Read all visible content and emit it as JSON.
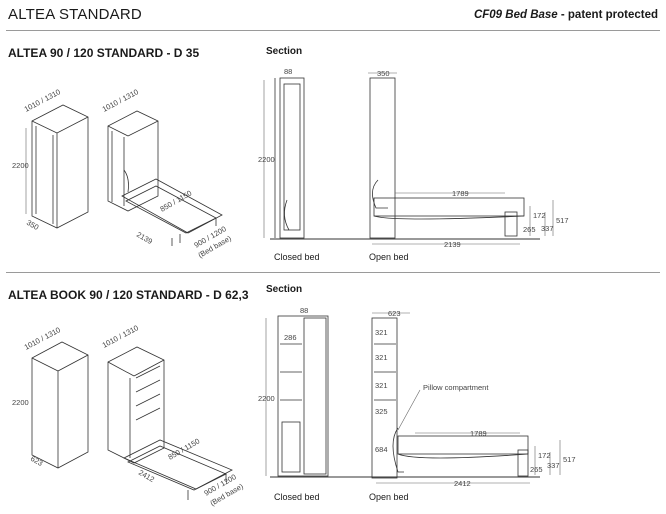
{
  "header": {
    "title": "ALTEA STANDARD",
    "right_code": "CF09 Bed Base",
    "right_suffix": " - patent protected"
  },
  "sections": [
    {
      "title": "ALTEA 90 / 120 STANDARD - D 35",
      "section_label": "Section",
      "iso_cabinet_dims": {
        "top": "1010 / 1310",
        "height": "2200",
        "depth": "350"
      },
      "iso_open_dims": {
        "top": "1010 / 1310",
        "bed": "850 / 1150",
        "length": "2139",
        "base": "900 / 1200",
        "base_note": "(Bed base)"
      },
      "closed_dims": {
        "depth": "88",
        "height": "2200"
      },
      "open_dims": {
        "depth": "350",
        "mattress": "1789",
        "d172": "172",
        "d517": "517",
        "d265": "265",
        "d337": "337",
        "total": "2139"
      },
      "captions": {
        "closed": "Closed bed",
        "open": "Open bed"
      }
    },
    {
      "title": "ALTEA BOOK 90 / 120 STANDARD - D 62,3",
      "section_label": "Section",
      "iso_cabinet_dims": {
        "top": "1010 / 1310",
        "height": "2200",
        "depth": "623"
      },
      "iso_open_dims": {
        "top": "1010 / 1310",
        "bed": "850 / 1150",
        "length": "2412",
        "base": "900 / 1200",
        "base_note": "(Bed base)"
      },
      "closed_dims": {
        "depth": "88",
        "shelf": "286",
        "height": "2200"
      },
      "open_dims": {
        "depth": "623",
        "s1": "321",
        "s2": "321",
        "s3": "321",
        "s4": "325",
        "s5": "684",
        "pillow": "Pillow compartment",
        "mattress": "1789",
        "d172": "172",
        "d517": "517",
        "d265": "265",
        "d337": "337",
        "total": "2412"
      },
      "captions": {
        "closed": "Closed bed",
        "open": "Open bed"
      }
    }
  ]
}
